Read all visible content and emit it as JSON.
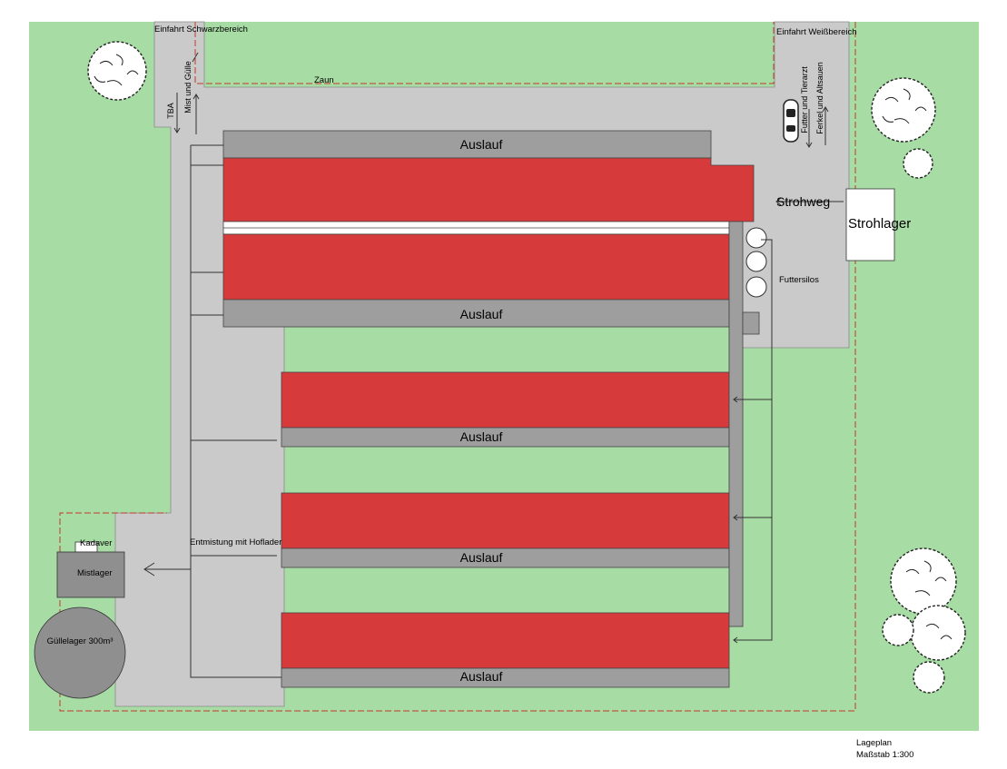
{
  "labels": {
    "entrance_black": "Einfahrt Schwarzbereich",
    "entrance_white": "Einfahrt Weißbereich",
    "fence": "Zaun",
    "tba": "TBA",
    "manure_slurry": "Mist und Gülle",
    "feed_vet": "Futter und Tierarzt",
    "piglets_sows": "Ferkel und Altsauen",
    "straw_path": "Strohweg",
    "straw_storage": "Strohlager",
    "feed_silos": "Futtersilos",
    "outdoor_run": "Auslauf",
    "carcass": "Kadaver",
    "manure_storage": "Mistlager",
    "slurry_storage": "Güllelager 300m³",
    "demucking": "Entmistung mit Hoflader"
  },
  "footer": {
    "title": "Lageplan",
    "scale": "Maßstab 1:300"
  },
  "colors": {
    "grass": "#a8dca5",
    "paved": "#cacaca",
    "barn": "#d73a3a",
    "run": "#9e9e9e",
    "fence": "#c0392b"
  }
}
